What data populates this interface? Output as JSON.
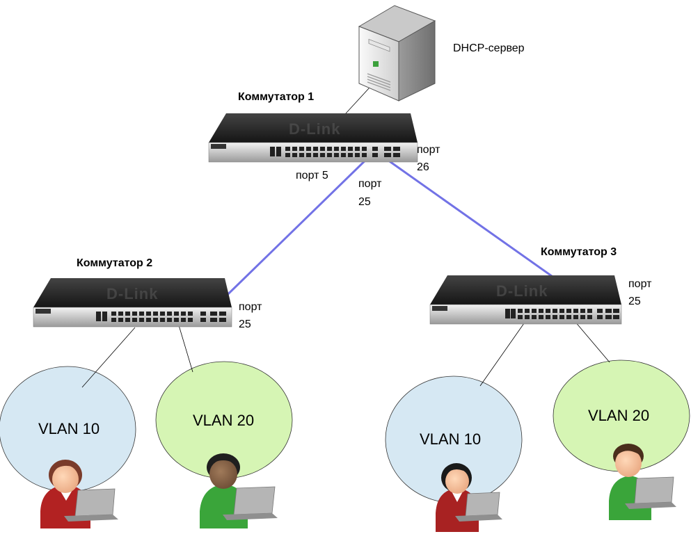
{
  "server": {
    "label": "DHCP-сервер"
  },
  "switches": [
    {
      "label": "Коммутатор 1",
      "brand": "D-Link"
    },
    {
      "label": "Коммутатор 2",
      "brand": "D-Link"
    },
    {
      "label": "Коммутатор 3",
      "brand": "D-Link"
    }
  ],
  "ports": {
    "sw1_port5": "порт 5",
    "sw1_port25": [
      "порт",
      "25"
    ],
    "sw1_port26": [
      "порт",
      "26"
    ],
    "sw2_port25": [
      "порт",
      "25"
    ],
    "sw3_port25": [
      "порт",
      "25"
    ]
  },
  "vlans": [
    "VLAN 10",
    "VLAN 20",
    "VLAN 10",
    "VLAN 20"
  ],
  "colors": {
    "vlan10": "#d6e8f3",
    "vlan20": "#d6f5b4",
    "trunk": "#7272e6",
    "switch_body": "#2a2a2a"
  }
}
